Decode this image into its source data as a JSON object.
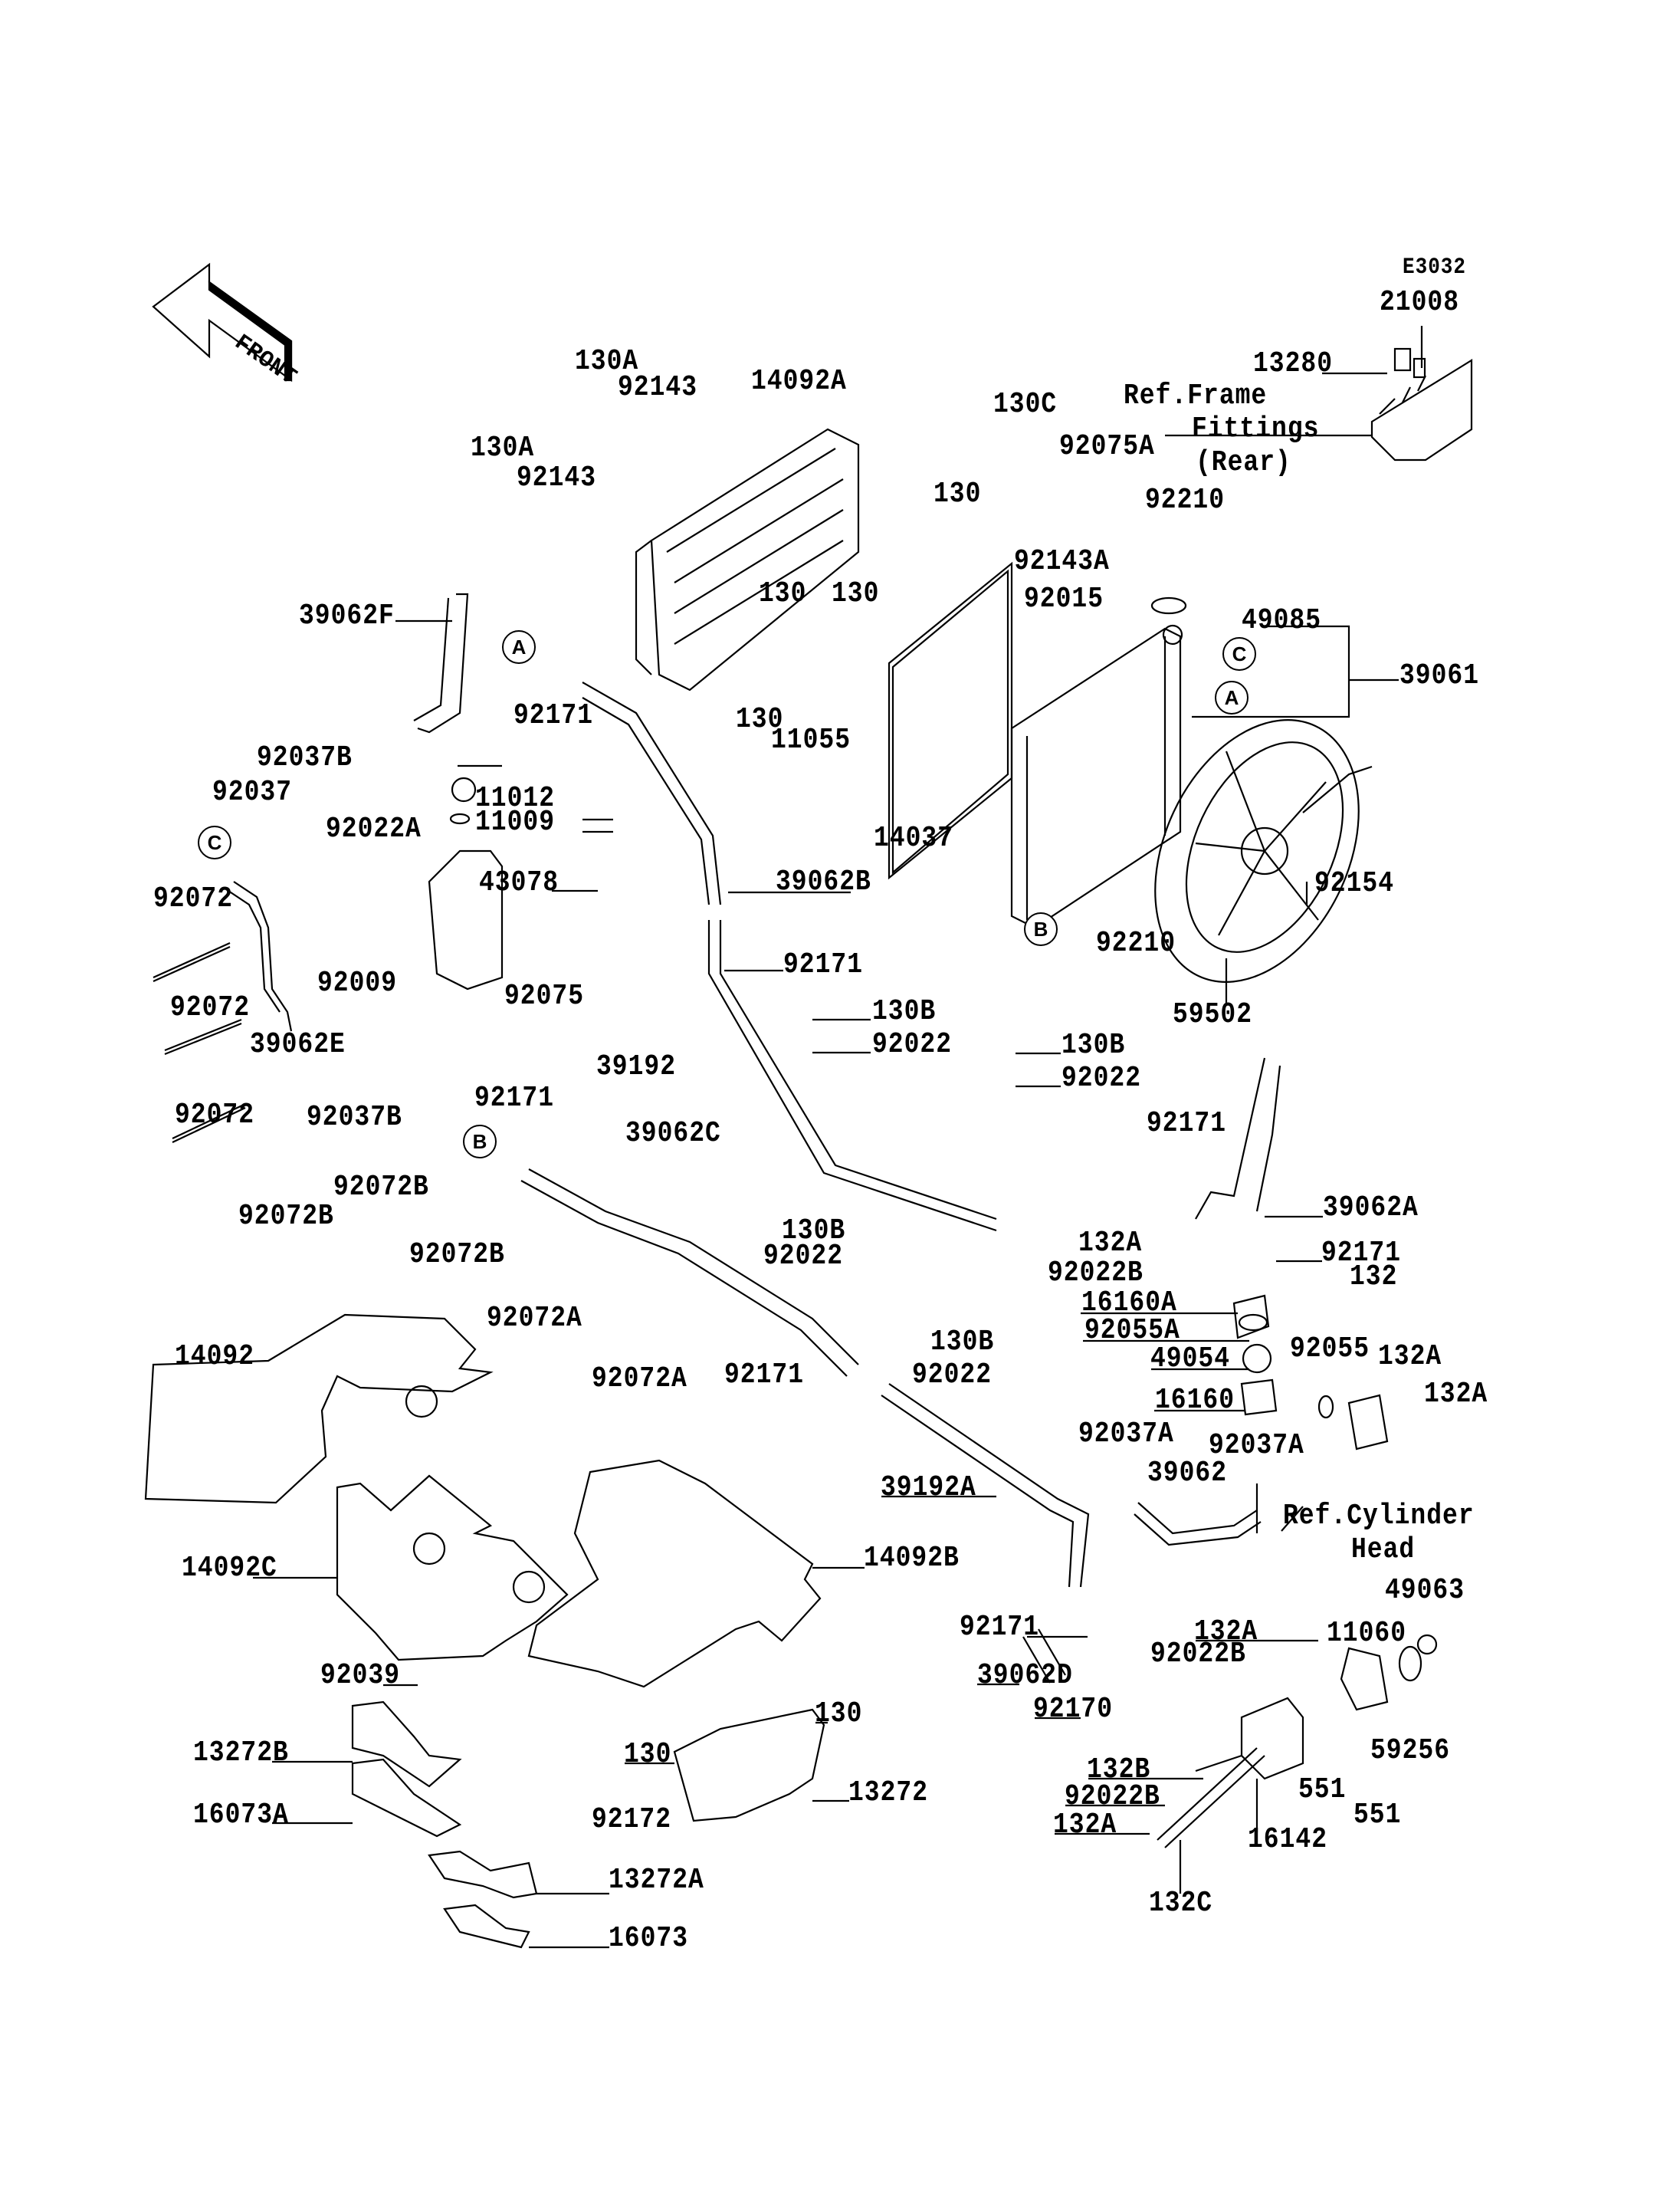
{
  "diagram": {
    "code": "E3032",
    "front_arrow_label": "FRONT",
    "ref_circles": [
      "A",
      "C",
      "A",
      "C",
      "B",
      "B"
    ],
    "labels": [
      "21008",
      "13280",
      "Ref.Frame",
      "Fittings",
      "(Rear)",
      "130A",
      "92143",
      "14092A",
      "130A",
      "92143",
      "130C",
      "92075A",
      "130",
      "92210",
      "92143A",
      "92015",
      "130",
      "130",
      "49085",
      "39061",
      "39062F",
      "92171",
      "130",
      "11055",
      "14037",
      "92037B",
      "92037",
      "11012",
      "11009",
      "92022A",
      "43078",
      "39062B",
      "92154",
      "92210",
      "59502",
      "92072",
      "92009",
      "92075",
      "92171",
      "130B",
      "92022",
      "39192",
      "130B",
      "92022",
      "92072",
      "39062E",
      "92037B",
      "92072",
      "92171",
      "39062C",
      "92171",
      "39062A",
      "92072B",
      "92072B",
      "92072B",
      "130B",
      "92022",
      "132A",
      "92171",
      "92022B",
      "132",
      "16160A",
      "92072A",
      "92055A",
      "14092",
      "130B",
      "92022",
      "92055",
      "49054",
      "132A",
      "92072A",
      "92171",
      "16160",
      "132A",
      "92037A",
      "92037A",
      "39062",
      "39192A",
      "Ref.Cylinder",
      "Head",
      "14092C",
      "14092B",
      "49063",
      "92171",
      "132A",
      "11060",
      "92022B",
      "39062D",
      "92039",
      "92170",
      "130",
      "13272B",
      "130",
      "132B",
      "59256",
      "551",
      "13272",
      "92022B",
      "16073A",
      "92172",
      "551",
      "132A",
      "16142",
      "13272A",
      "132C",
      "16073"
    ]
  }
}
